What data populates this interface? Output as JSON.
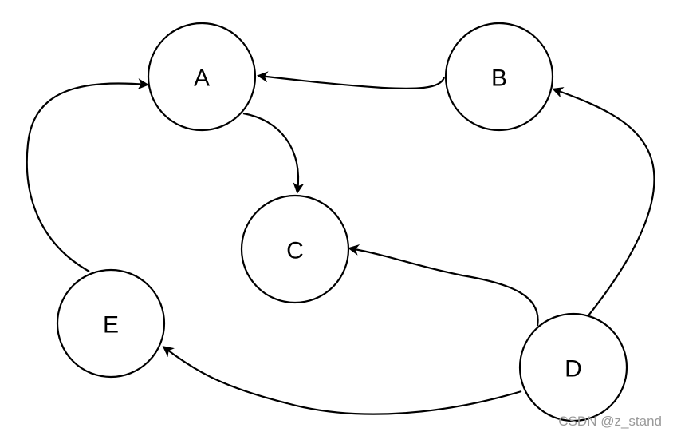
{
  "diagram": {
    "nodes": [
      {
        "id": "A",
        "label": "A"
      },
      {
        "id": "B",
        "label": "B"
      },
      {
        "id": "C",
        "label": "C"
      },
      {
        "id": "D",
        "label": "D"
      },
      {
        "id": "E",
        "label": "E"
      }
    ],
    "edges": [
      {
        "from": "B",
        "to": "A"
      },
      {
        "from": "A",
        "to": "C"
      },
      {
        "from": "E",
        "to": "A"
      },
      {
        "from": "D",
        "to": "C"
      },
      {
        "from": "D",
        "to": "E"
      },
      {
        "from": "D",
        "to": "B"
      }
    ]
  },
  "colors": {
    "stroke": "#000000",
    "background": "#ffffff",
    "watermark": "#9a9a9a"
  },
  "watermark": "CSDN @z_stand"
}
